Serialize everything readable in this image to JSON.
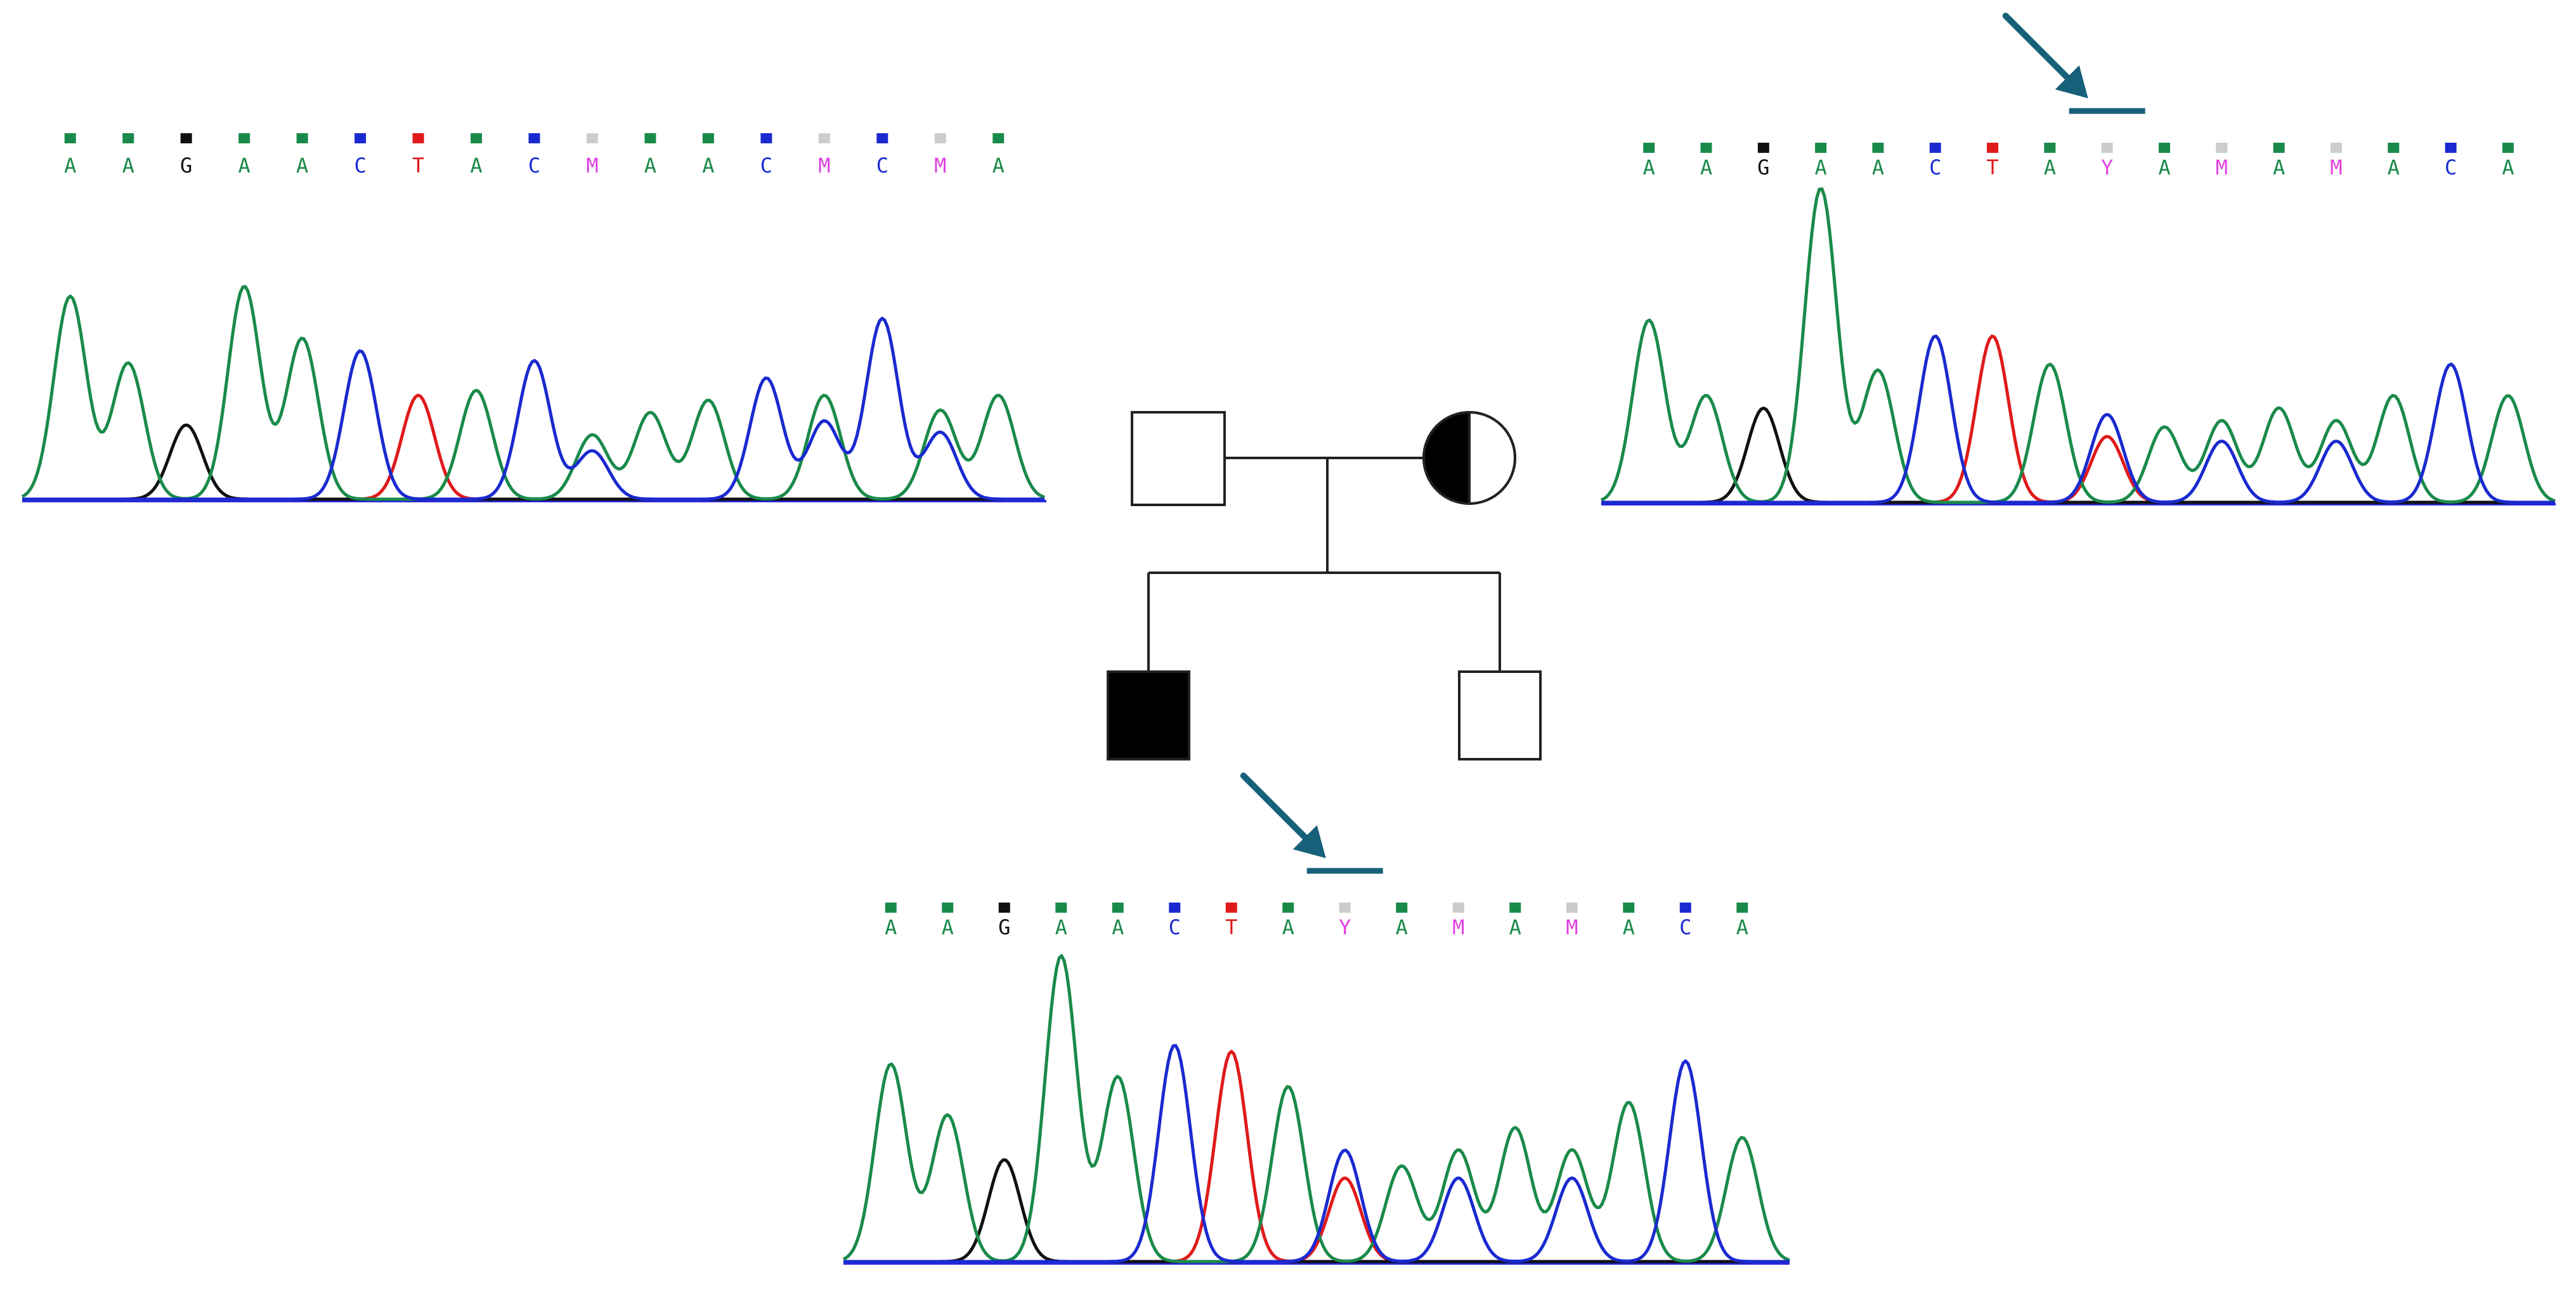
{
  "colors": {
    "A": "#1a8a4a",
    "C": "#1a2ad0",
    "G": "#111111",
    "T": "#e01a1a",
    "ambiguous": "#e040e0",
    "ambiguous_bar": "#cccccc",
    "axis": "#2a2ad8",
    "annotation": "#17607a",
    "pedigree_stroke": "#222222",
    "pedigree_fill": "#000000"
  },
  "chromatograms": [
    {
      "id": "left",
      "bases": [
        "A",
        "A",
        "G",
        "A",
        "A",
        "C",
        "T",
        "A",
        "C",
        "M",
        "A",
        "A",
        "C",
        "M",
        "C",
        "M",
        "A"
      ],
      "marked": false
    },
    {
      "id": "right",
      "bases": [
        "A",
        "A",
        "G",
        "A",
        "A",
        "C",
        "T",
        "A",
        "Y",
        "A",
        "M",
        "A",
        "M",
        "A",
        "C",
        "A"
      ],
      "marked": true,
      "marked_index": 8
    },
    {
      "id": "bottom",
      "bases": [
        "A",
        "A",
        "G",
        "A",
        "A",
        "C",
        "T",
        "A",
        "Y",
        "A",
        "M",
        "A",
        "M",
        "A",
        "C",
        "A"
      ],
      "marked": true,
      "marked_index": 8
    }
  ],
  "pedigree": {
    "father": {
      "sex": "male",
      "status": "unaffected"
    },
    "mother": {
      "sex": "female",
      "status": "carrier"
    },
    "children": [
      {
        "sex": "male",
        "status": "affected"
      },
      {
        "sex": "male",
        "status": "unaffected"
      }
    ]
  }
}
